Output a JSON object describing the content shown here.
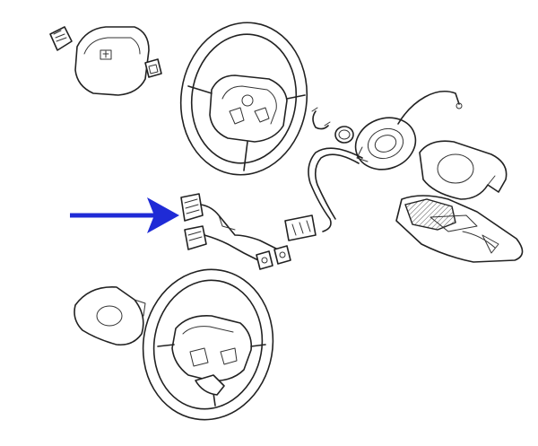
{
  "diagram": {
    "colors": {
      "line": "#222222",
      "background": "#ffffff",
      "arrow": "#1f2bd6"
    },
    "parts": [
      {
        "id": "airbag-module-upper",
        "icon": "airbag-cover-with-logo"
      },
      {
        "id": "logo-badge-left",
        "icon": "logo-badge"
      },
      {
        "id": "side-switch-right",
        "icon": "small-switch"
      },
      {
        "id": "steering-wheel-upper",
        "icon": "four-spoke-steering-wheel"
      },
      {
        "id": "retaining-clip",
        "icon": "c-clip"
      },
      {
        "id": "washer-ring",
        "icon": "ring"
      },
      {
        "id": "clock-spring",
        "icon": "rotary-coupler"
      },
      {
        "id": "wiring-harness",
        "icon": "cable-with-connector"
      },
      {
        "id": "column-shroud",
        "icon": "cover"
      },
      {
        "id": "combination-switch-housing",
        "icon": "switch-housing"
      },
      {
        "id": "steering-wheel-switch-loom",
        "icon": "switch-loom",
        "highlighted": true
      },
      {
        "id": "airbag-module-lower",
        "icon": "airbag-cover"
      },
      {
        "id": "steering-wheel-lower",
        "icon": "three-spoke-steering-wheel"
      }
    ],
    "pointer": {
      "icon": "arrow-right",
      "target": "steering-wheel-switch-loom"
    }
  }
}
